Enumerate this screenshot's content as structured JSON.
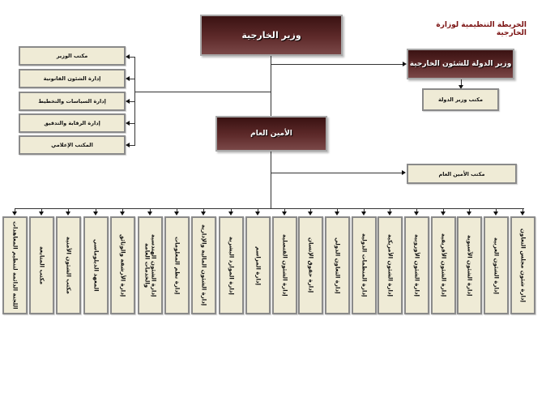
{
  "chart_title": "الخريطة التنظيمية لوزارة الخارجية",
  "minister": {
    "label": "وزير الخارجية"
  },
  "minister_of_state": {
    "label": "وزير الدولة للشئون الخارجية"
  },
  "minister_of_state_office": {
    "label": "مكتب وزير الدولة"
  },
  "minister_offices": [
    {
      "label": "مكتب الوزير"
    },
    {
      "label": "إدارة الشئون القانونية"
    },
    {
      "label": "إدارة السياسات والتخطيط"
    },
    {
      "label": "إدارة الرقابة والتدقيق"
    },
    {
      "label": "المكتب الإعلامي"
    }
  ],
  "secretary_general": {
    "label": "الأمين العام"
  },
  "secretary_general_office": {
    "label": "مكتب الأمين العام"
  },
  "departments": [
    {
      "label": "إدارة شئون مجلس التعاون"
    },
    {
      "label": "إدارة الشئون العربية"
    },
    {
      "label": "إدارة الشئون الآسيوية"
    },
    {
      "label": "إدارة الشئون الأفريقية"
    },
    {
      "label": "إدارة الشئون الأوروبية"
    },
    {
      "label": "إدارة الشئون الأمريكية"
    },
    {
      "label": "إدارة المنظمات الدولية"
    },
    {
      "label": "إدارة التعاون الدولي"
    },
    {
      "label": "إدارة حقوق الإنسان"
    },
    {
      "label": "إدارة الشئون القنصلية"
    },
    {
      "label": "إدارة المراسم"
    },
    {
      "label": "إدارة الموارد البشرية"
    },
    {
      "label": "إدارة الشئون المالية والإدارية"
    },
    {
      "label": "إدارة نظم المعلومات"
    },
    {
      "label": "إدارة الشئون الهندسية والخدمات العامة"
    },
    {
      "label": "إدارة الأرشفة والوثائق"
    },
    {
      "label": "المعهد الدبلوماسي"
    },
    {
      "label": "مكتب الشئون الأمنية"
    },
    {
      "label": "مكتب المتابعة"
    },
    {
      "label": "اللجنة الدائمة لتنظيم المعاهدات"
    }
  ],
  "colors": {
    "dark_box_top": "#3a1212",
    "dark_box_bottom": "#7a4848",
    "light_box_fill": "#efebd6",
    "title_color": "#7a1010",
    "line_color": "#333333"
  }
}
